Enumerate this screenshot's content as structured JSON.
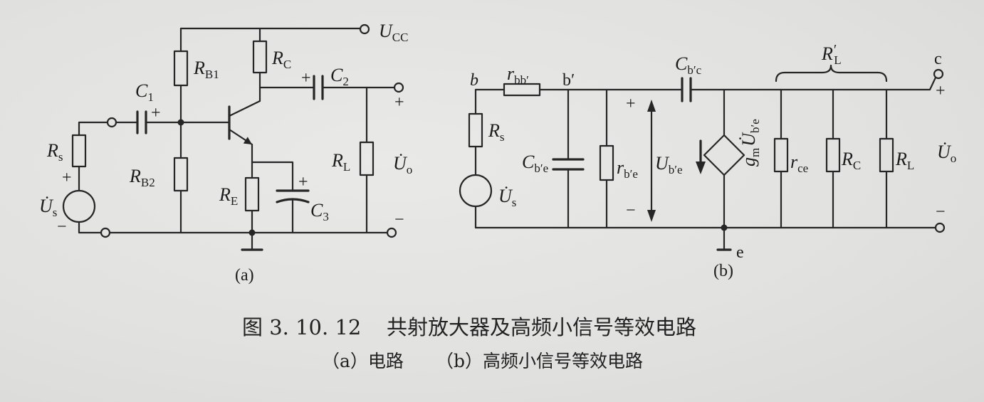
{
  "figure": {
    "number": "图 3. 10. 12",
    "title": "共射放大器及高频小信号等效电路",
    "sub_a": "（a）电路",
    "sub_b": "（b）高频小信号等效电路"
  },
  "circuit_a": {
    "caption": "(a)",
    "ucc": {
      "main": "U",
      "sub": "CC"
    },
    "rb1": {
      "main": "R",
      "sub": "B1"
    },
    "rc": {
      "main": "R",
      "sub": "C"
    },
    "c1": {
      "main": "C",
      "sub": "1"
    },
    "c2": {
      "main": "C",
      "sub": "2"
    },
    "c3": {
      "main": "C",
      "sub": "3"
    },
    "rs": {
      "main": "R",
      "sub": "s"
    },
    "us": {
      "main": "U̇",
      "sub": "s"
    },
    "rb2": {
      "main": "R",
      "sub": "B2"
    },
    "re": {
      "main": "R",
      "sub": "E"
    },
    "rl": {
      "main": "R",
      "sub": "L"
    },
    "uo": {
      "main": "U̇",
      "sub": "o"
    },
    "plus": "+",
    "minus": "−"
  },
  "circuit_b": {
    "caption": "(b)",
    "node_b": "b",
    "node_b_prime": "b′",
    "node_c": "c",
    "node_e": "e",
    "rbb": {
      "main": "r",
      "sub": "bb′"
    },
    "rs": {
      "main": "R",
      "sub": "s"
    },
    "us": {
      "main": "U̇",
      "sub": "s"
    },
    "cbe": {
      "main": "C",
      "sub": "b′e"
    },
    "rbe": {
      "main": "r",
      "sub": "b′e"
    },
    "ube": {
      "main": "U",
      "sub": "b′e"
    },
    "cbc": {
      "main": "C",
      "sub": "b′c"
    },
    "gm_ube": {
      "g": "g",
      "m": "m",
      "u": "U̇",
      "sub": "b′e"
    },
    "rl_prime": {
      "main": "R",
      "prime": "′",
      "sub": "L"
    },
    "rce": {
      "main": "r",
      "sub": "ce"
    },
    "rc": {
      "main": "R",
      "sub": "C"
    },
    "rl": {
      "main": "R",
      "sub": "L"
    },
    "uo": {
      "main": "U̇",
      "sub": "o"
    },
    "plus": "+",
    "minus": "−"
  }
}
